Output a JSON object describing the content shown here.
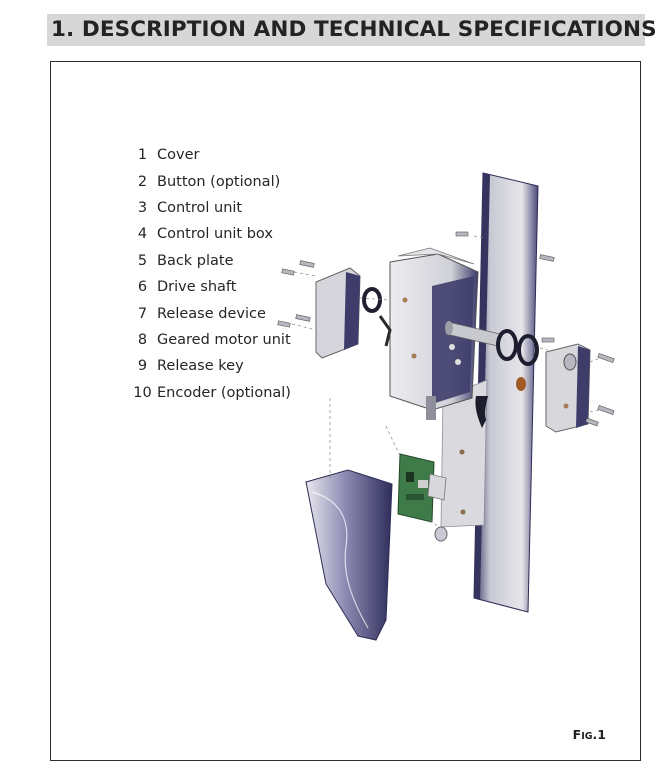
{
  "header": {
    "title": "1. DESCRIPTION AND TECHNICAL SPECIFICATIONS"
  },
  "parts": [
    {
      "num": "1",
      "label": "Cover"
    },
    {
      "num": "2",
      "label": "Button (optional)"
    },
    {
      "num": "3",
      "label": "Control unit"
    },
    {
      "num": "4",
      "label": "Control unit box"
    },
    {
      "num": "5",
      "label": "Back plate"
    },
    {
      "num": "6",
      "label": "Drive shaft"
    },
    {
      "num": "7",
      "label": "Release device"
    },
    {
      "num": "8",
      "label": "Geared motor unit"
    },
    {
      "num": "9",
      "label": "Release key"
    },
    {
      "num": "10",
      "label": "Encoder (optional)"
    }
  ],
  "figure": {
    "label_prefix": "F",
    "label_small": "IG",
    "label_suffix": ".1"
  },
  "colors": {
    "header_bg": "#d7d7d7",
    "frame": "#2b2b2b",
    "metal_dark": "#39386a",
    "metal_light": "#dcdce2",
    "pcb_green": "#3f7b48"
  }
}
